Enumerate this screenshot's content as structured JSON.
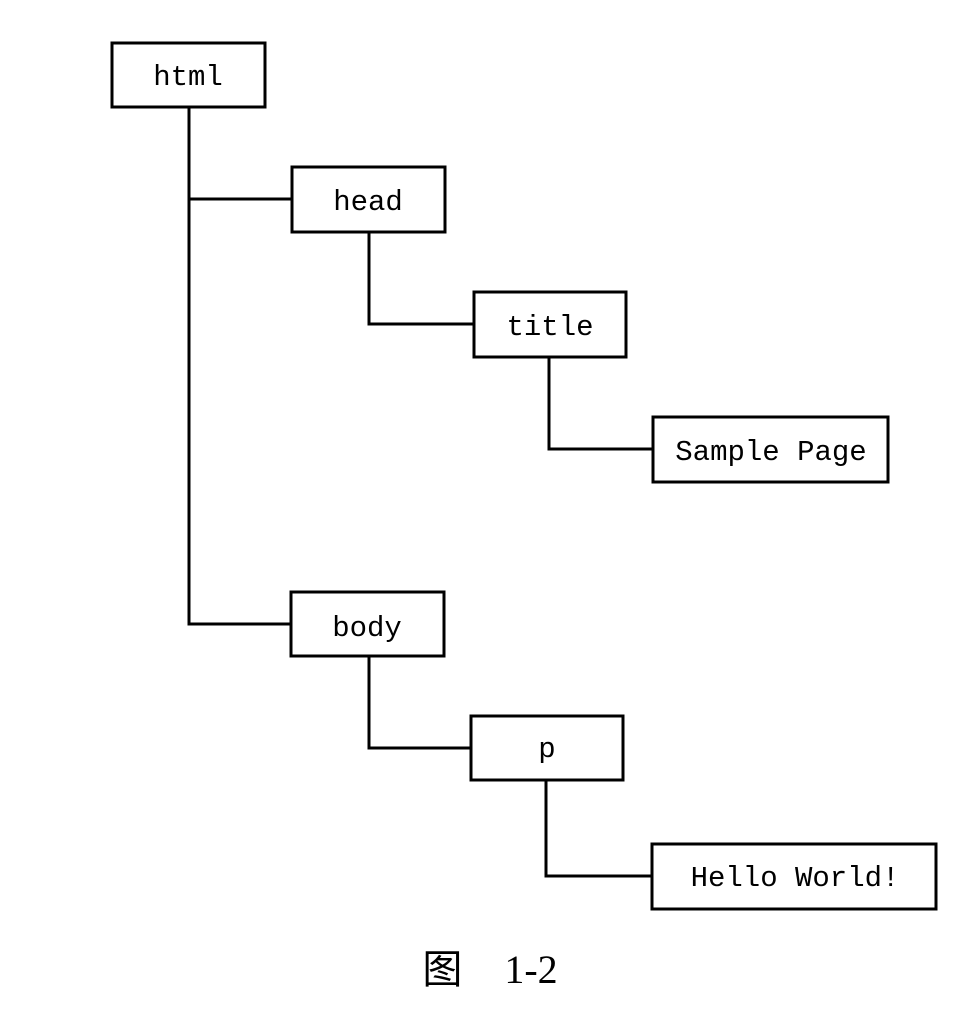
{
  "nodes": {
    "html": "html",
    "head": "head",
    "title": "title",
    "title_text": "Sample Page",
    "body": "body",
    "p": "p",
    "p_text": "Hello World!"
  },
  "caption": {
    "prefix": "图",
    "number": "1-2"
  }
}
